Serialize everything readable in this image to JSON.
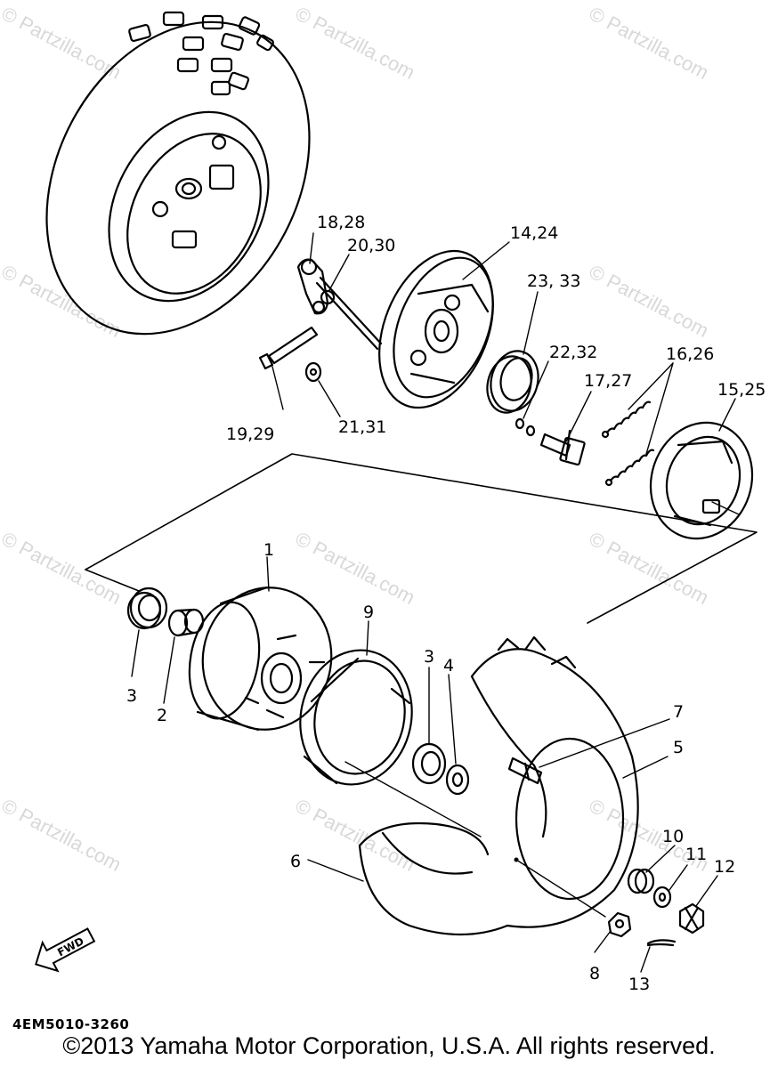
{
  "watermark": "© Partzilla.com",
  "drawing_code": "4EM5010-3260",
  "copyright": "©2013 Yamaha Motor Corporation, U.S.A. All rights reserved.",
  "fwd_label": "FWD",
  "parts": {
    "p1": "1",
    "p2": "2",
    "p3a": "3",
    "p3b": "3",
    "p4": "4",
    "p5": "5",
    "p6": "6",
    "p7": "7",
    "p8": "8",
    "p9": "9",
    "p10": "10",
    "p11": "11",
    "p12": "12",
    "p13": "13",
    "p14_24": "14,24",
    "p15_25": "15,25",
    "p16_26": "16,26",
    "p17_27": "17,27",
    "p18_28": "18,28",
    "p19_29": "19,29",
    "p20_30": "20,30",
    "p21_31": "21,31",
    "p22_32": "22,32",
    "p23_33": "23, 33"
  }
}
